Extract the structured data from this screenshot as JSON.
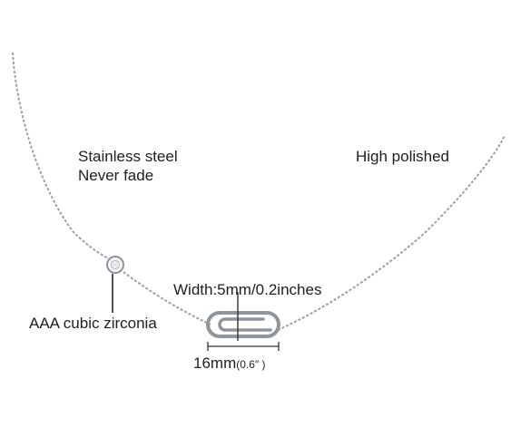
{
  "labels": {
    "material_line1": "Stainless steel",
    "material_line2": "Never fade",
    "finish": "High polished",
    "width": "Width:5mm/0.2inches",
    "stone": "AAA cubic zirconia",
    "length_main": "16mm",
    "length_alt": "(0.6″ )"
  },
  "colors": {
    "background": "#ffffff",
    "metal": "#9aa0a6",
    "metal_dark": "#6f757b",
    "text": "#1e1e1e",
    "pointer": "#222222"
  },
  "icons": {
    "pendant": "paperclip-pendant-icon",
    "stone": "cubic-zirconia-stone-icon"
  }
}
